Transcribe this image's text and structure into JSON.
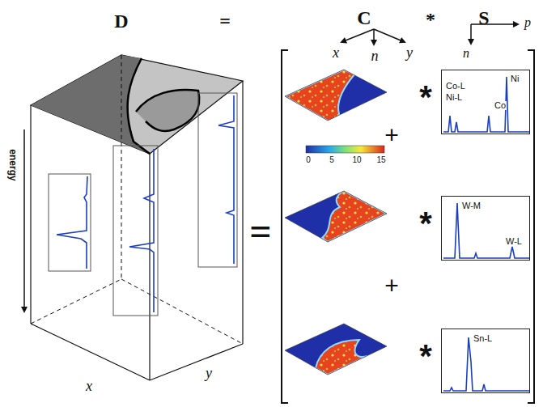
{
  "diagram": {
    "nodes": [
      {
        "text": [
          "Co-L",
          "Ni-L",
          "Co",
          "Ni"
        ]
      },
      {
        "text": [
          "W-M",
          "W-L"
        ]
      },
      {
        "text": [
          "Sn-L"
        ]
      }
    ],
    "labels": [
      "D",
      "=",
      "C",
      "*",
      "S",
      "x",
      "n",
      "y",
      "p",
      "n",
      "energy",
      "x",
      "y",
      "=",
      "0",
      "5",
      "10",
      "15",
      "+",
      "+",
      "*",
      "*",
      "*"
    ]
  }
}
